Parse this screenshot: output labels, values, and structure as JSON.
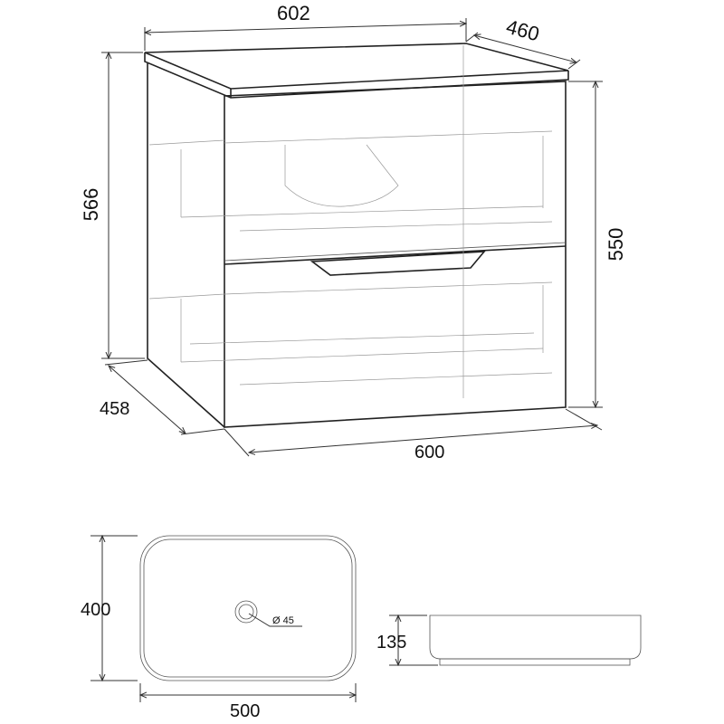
{
  "cabinet": {
    "top_width": "602",
    "top_depth": "460",
    "total_height": "566",
    "body_height": "550",
    "side_depth": "458",
    "body_width": "600"
  },
  "basin": {
    "height": "400",
    "width": "500",
    "drain_diameter": "Ø 45",
    "depth": "135"
  }
}
